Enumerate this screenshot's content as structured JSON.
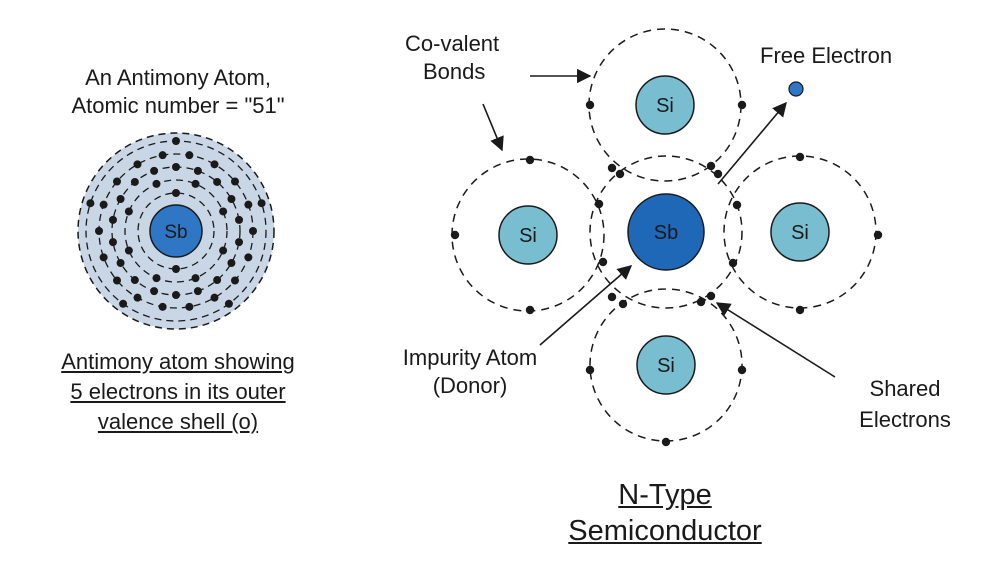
{
  "antimony": {
    "heading_line1": "An Antimony Atom,",
    "heading_line2": "Atomic number = \"51\"",
    "nucleus": "Sb",
    "caption_line1": "Antimony atom showing",
    "caption_line2": "5 electrons in its outer",
    "caption_line3": "valence shell (o)",
    "fill_color": "#c9d6e6",
    "nucleus_color": "#2f77c4"
  },
  "lattice": {
    "silicon_label": "Si",
    "donor_label": "Sb",
    "silicon_color": "#79bdd0",
    "donor_color": "#1f68b8",
    "free_electron_color": "#2f77c4"
  },
  "labels": {
    "covalent_line1": "Co-valent",
    "covalent_line2": "Bonds",
    "free_electron": "Free Electron",
    "impurity_line1": "Impurity Atom",
    "impurity_line2": "(Donor)",
    "shared_line1": "Shared",
    "shared_line2": "Electrons",
    "title_line1": "N-Type",
    "title_line2": "Semiconductor"
  }
}
